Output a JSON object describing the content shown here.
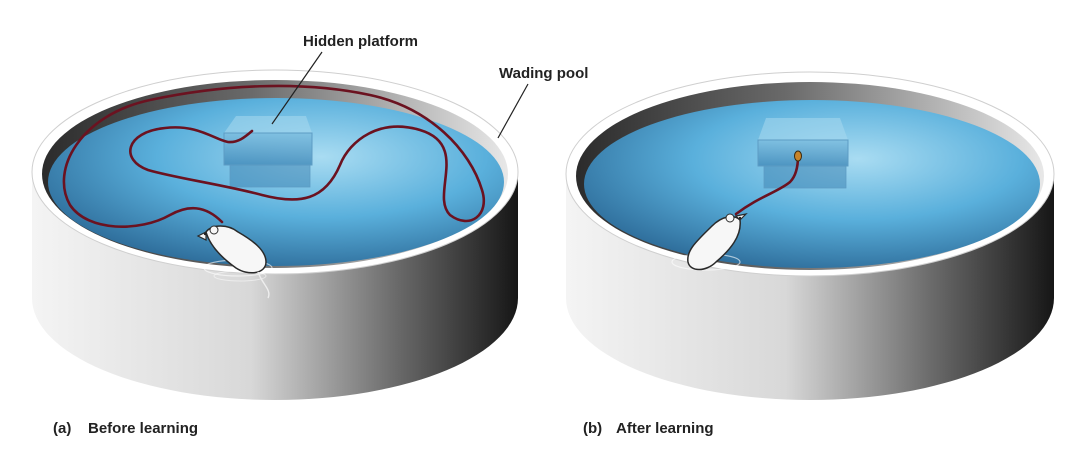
{
  "annotations": {
    "hidden_platform": "Hidden platform",
    "wading_pool": "Wading pool"
  },
  "panels": [
    {
      "tag": "(a)",
      "caption": "Before learning"
    },
    {
      "tag": "(b)",
      "caption": "After learning"
    }
  ],
  "colors": {
    "water_light": "#9fd6ee",
    "water_mid": "#4aa0cf",
    "water_dark": "#1c4f7a",
    "path": "#6b1220",
    "rim": "#ffffff",
    "wall_dark": "#1b1b1b",
    "wall_light": "#f2f2f2"
  },
  "icons": [
    "rat-icon",
    "platform-icon",
    "pool-icon"
  ]
}
